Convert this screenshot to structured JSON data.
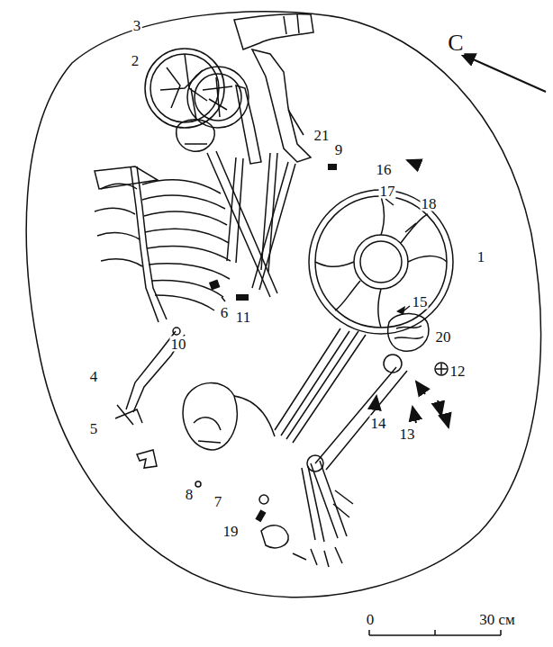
{
  "diagram": {
    "labels": [
      "3",
      "2",
      "С",
      "21",
      "9",
      "16",
      "17",
      "18",
      "1",
      "6",
      "11",
      "10",
      "15",
      "20",
      "4",
      "12",
      "5",
      "13",
      "14",
      "8",
      "7",
      "19",
      "0",
      "30 см"
    ]
  }
}
